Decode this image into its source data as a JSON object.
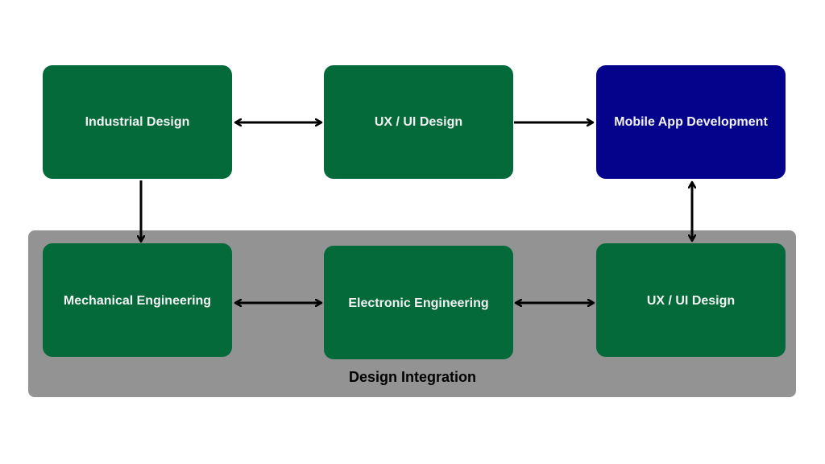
{
  "diagram": {
    "colors": {
      "green_node": "#046a3a",
      "blue_node": "#05038c",
      "group_background": "#939393",
      "edge": "#000000",
      "node_text": "#f2f2f2"
    },
    "nodes": [
      {
        "id": "industrial-design",
        "label": "Industrial Design",
        "color": "green"
      },
      {
        "id": "ux-ui-design-top",
        "label": "UX / UI Design",
        "color": "green"
      },
      {
        "id": "mobile-app-development",
        "label": "Mobile App Development",
        "color": "blue"
      },
      {
        "id": "mechanical-engineering",
        "label": "Mechanical Engineering",
        "color": "green",
        "group": "design-integration"
      },
      {
        "id": "electronic-engineering",
        "label": "Electronic Engineering",
        "color": "green",
        "group": "design-integration"
      },
      {
        "id": "ux-ui-design-bottom",
        "label": "UX / UI Design",
        "color": "green",
        "group": "design-integration"
      }
    ],
    "groups": [
      {
        "id": "design-integration",
        "label": "Design Integration"
      }
    ],
    "edges": [
      {
        "from": "industrial-design",
        "to": "ux-ui-design-top",
        "direction": "both"
      },
      {
        "from": "ux-ui-design-top",
        "to": "mobile-app-development",
        "direction": "forward"
      },
      {
        "from": "industrial-design",
        "to": "mechanical-engineering",
        "direction": "forward"
      },
      {
        "from": "mobile-app-development",
        "to": "ux-ui-design-bottom",
        "direction": "both"
      },
      {
        "from": "mechanical-engineering",
        "to": "electronic-engineering",
        "direction": "both"
      },
      {
        "from": "electronic-engineering",
        "to": "ux-ui-design-bottom",
        "direction": "both"
      }
    ]
  }
}
